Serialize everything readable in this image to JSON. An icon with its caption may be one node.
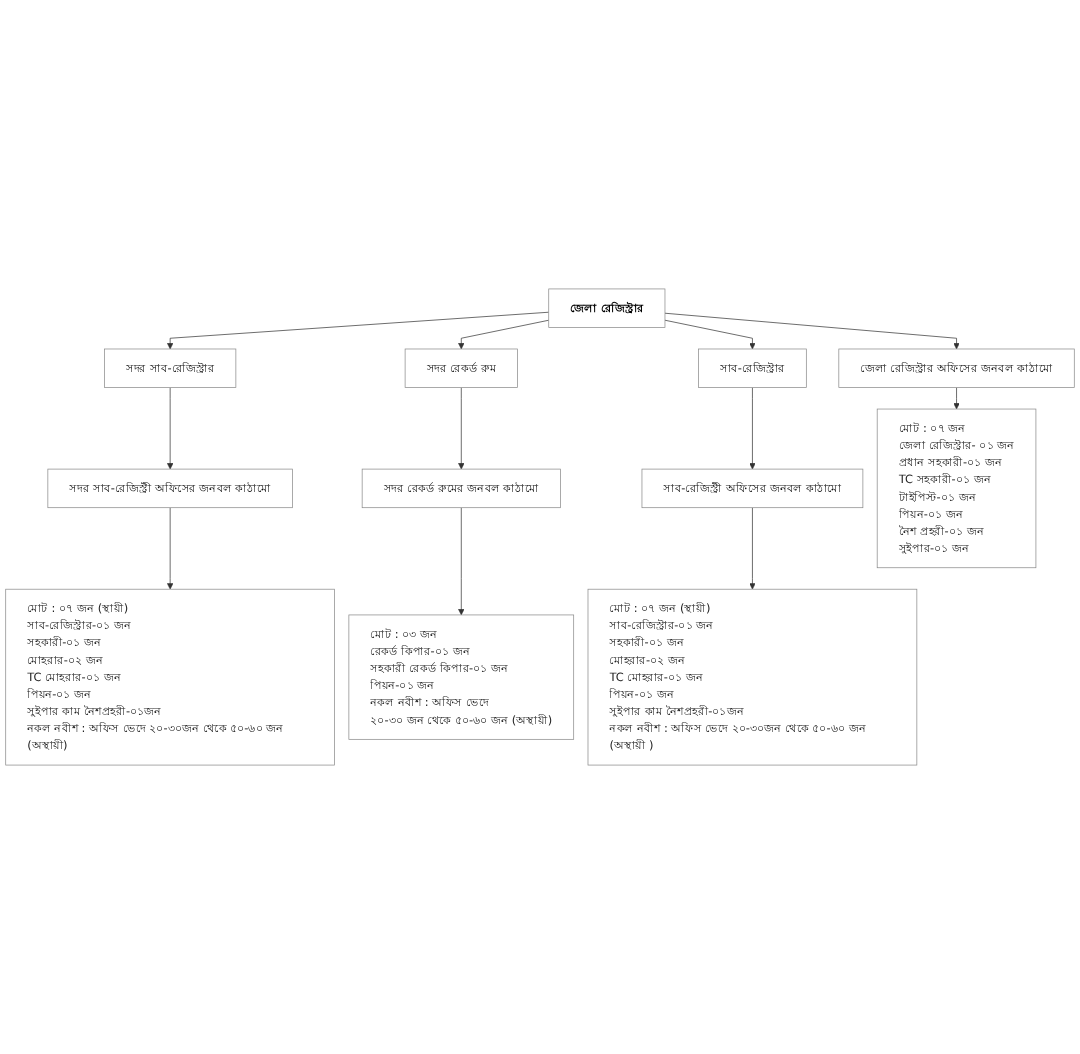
{
  "diagram": {
    "nodes": [
      {
        "text": [
          "জেলা রেজিস্ট্রার"
        ]
      },
      {
        "text": [
          "সদর সাব-রেজিস্ট্রার"
        ]
      },
      {
        "text": [
          "সদর রেকর্ড রুম"
        ]
      },
      {
        "text": [
          "সাব-রেজিস্ট্রার"
        ]
      },
      {
        "text": [
          "সদর সাব-রেজিস্ট্রী অফিসের জনবল কাঠামো"
        ]
      },
      {
        "text": [
          "সদর রেকর্ড রুমের জনবল কাঠামো"
        ]
      },
      {
        "text": [
          "সাব-রেজিস্ট্রী অফিসের জনবল কাঠামো"
        ]
      },
      {
        "text": [
          "মোট : ০৭ জন (স্থায়ী)",
          "সাব-রেজিস্ট্রার-০১ জন",
          "সহকারী-০১ জন",
          "মোহরার-০২ জন",
          "TC মোহরার-০১ জন",
          "পিয়ন-০১ জন",
          "সুইপার কাম নৈশপ্রহরী-০১জন",
          "নকল নবীশ : অফিস ভেদে ২০-৩০জন থেকে ৫০-৬০ জন (অস্থায়ী)"
        ]
      },
      {
        "text": [
          "মোট : ০৩ জন",
          "রেকর্ড কিপার-০১ জন",
          "সহকারী রেকর্ড কিপার-০১ জন",
          "পিয়ন-০১ জন",
          "নকল নবীশ : অফিস ভেদে",
          "২০-৩০ জন থেকে ৫০-৬০ জন (অস্থায়ী)"
        ]
      },
      {
        "text": [
          "মোট : ০৭ জন (স্থায়ী)",
          "সাব-রেজিস্ট্রার-০১ জন",
          "সহকারী-০১ জন",
          "মোহরার-০২ জন",
          "TC মোহরার-০১ জন",
          "পিয়ন-০১ জন",
          "সুইপার কাম নৈশপ্রহরী-০১জন",
          "নকল নবীশ : অফিস ভেদে ২০-৩০জন থেকে ৫০-৬০ জন (অস্থায়ী )"
        ]
      },
      {
        "text": [
          "জেলা রেজিস্ট্রার অফিসের জনবল কাঠামো"
        ]
      },
      {
        "text": [
          "মোট : ০৭ জন",
          "জেলা রেজিস্ট্রার- ০১ জন",
          "প্রধান সহকারী-০১ জন",
          "TC সহকারী-০১ জন",
          "টাইপিস্ট-০১ জন",
          "পিয়ন-০১ জন",
          "নৈশ প্রহরী-০১ জন",
          "সুইপার-০১ জন"
        ]
      }
    ],
    "edges": [
      {
        "from": 0,
        "to": 1,
        "arrow": "to"
      },
      {
        "from": 0,
        "to": 2,
        "arrow": "to"
      },
      {
        "from": 0,
        "to": 3,
        "arrow": "to"
      },
      {
        "from": 0,
        "to": 10,
        "arrow": "to"
      },
      {
        "from": 1,
        "to": 4,
        "arrow": "to"
      },
      {
        "from": 2,
        "to": 5,
        "arrow": "to"
      },
      {
        "from": 3,
        "to": 6,
        "arrow": "to"
      },
      {
        "from": 4,
        "to": 7,
        "arrow": "to"
      },
      {
        "from": 5,
        "to": 8,
        "arrow": "to"
      },
      {
        "from": 6,
        "to": 9,
        "arrow": "to"
      },
      {
        "from": 10,
        "to": 11,
        "arrow": "to"
      }
    ]
  }
}
